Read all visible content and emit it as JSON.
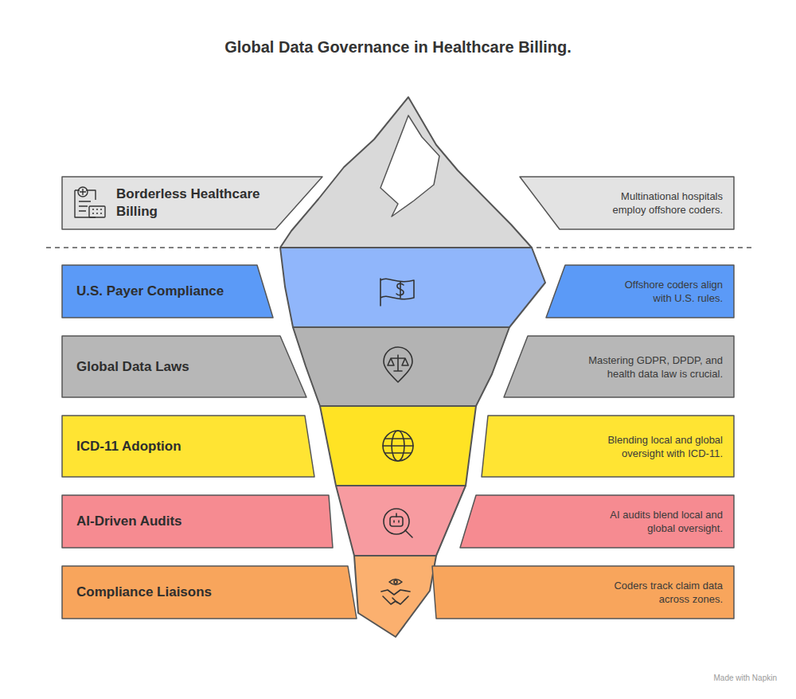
{
  "diagram": {
    "title": "Global Data Governance in Healthcare Billing.",
    "nodes": [
      {
        "text": [
          "Borderless Healthcare Billing"
        ]
      },
      {
        "text": [
          "Multinational hospitals employ offshore coders."
        ]
      },
      {
        "text": [
          "U.S. Payer Compliance"
        ]
      },
      {
        "text": [
          "Offshore coders align with U.S. rules."
        ]
      },
      {
        "text": [
          "Global Data Laws"
        ]
      },
      {
        "text": [
          "Mastering GDPR, DPDP, and health data law is crucial."
        ]
      },
      {
        "text": [
          "ICD-11 Adoption"
        ]
      },
      {
        "text": [
          "Blending local and global oversight with ICD-11."
        ]
      },
      {
        "text": [
          "AI-Driven Audits"
        ]
      },
      {
        "text": [
          "AI audits blend local and global oversight."
        ]
      },
      {
        "text": [
          "Compliance Liaisons"
        ]
      },
      {
        "text": [
          "Coders track claim data across zones."
        ]
      }
    ],
    "labels": [
      "Made with Napkin"
    ]
  }
}
